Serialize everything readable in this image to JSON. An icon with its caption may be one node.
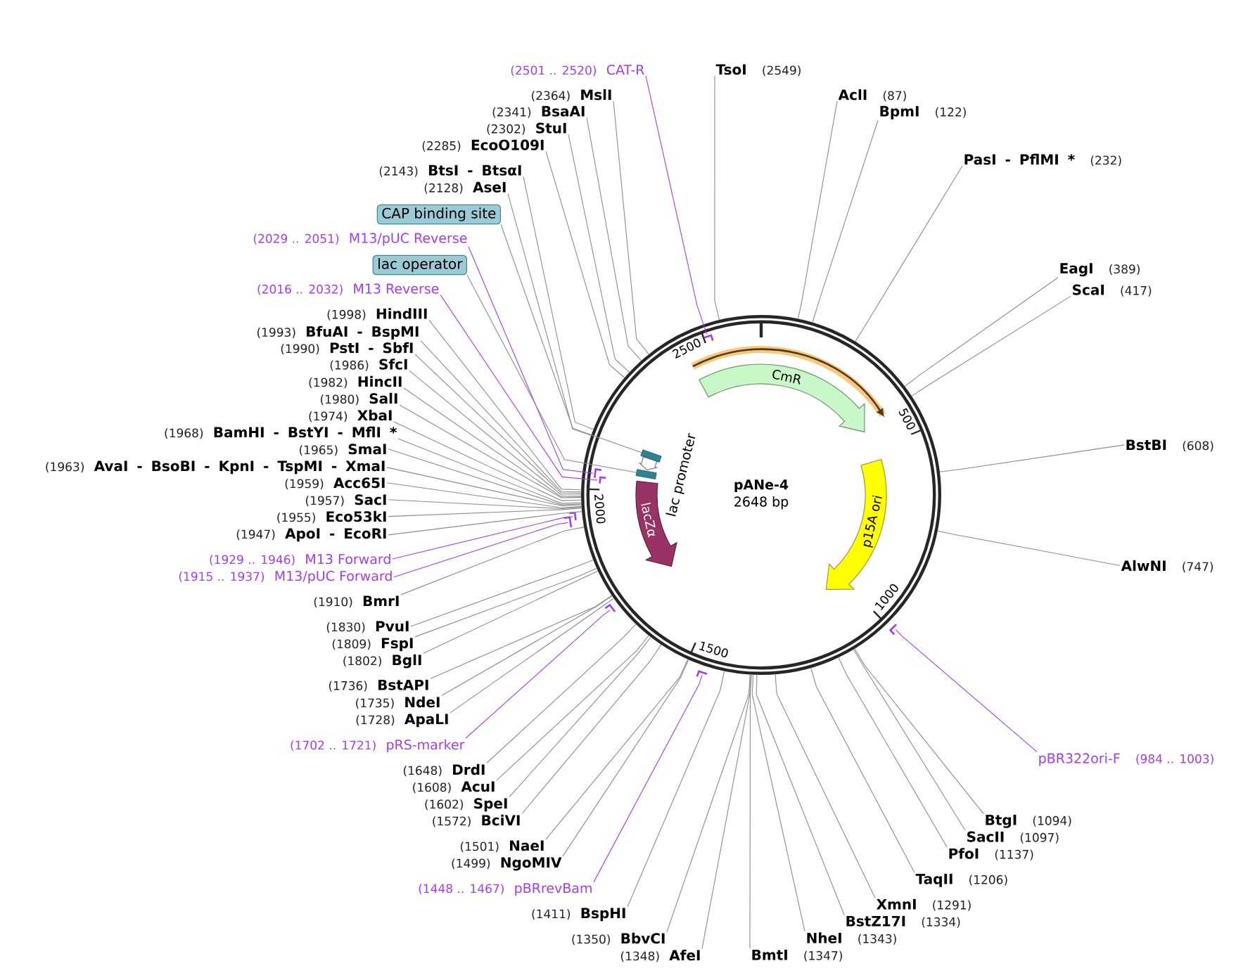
{
  "diagram": {
    "nodes": [
      {
        "text": [
          "pANe-4",
          "2648 bp"
        ]
      },
      {
        "text": [
          "CmR"
        ],
        "in": 0
      },
      {
        "text": [
          "p15A ori"
        ],
        "in": 0
      },
      {
        "text": [
          "lacZα"
        ],
        "in": 0
      },
      {
        "text": [
          "lac promoter"
        ],
        "in": 0
      },
      {
        "text": [],
        "shape": "bar",
        "in": 0
      },
      {
        "text": [],
        "shape": "bar",
        "in": 0
      },
      {
        "text": [
          "TsoI"
        ],
        "beside": [
          "(2549)"
        ]
      },
      {
        "text": [
          "AclI"
        ],
        "beside": [
          "(87)"
        ]
      },
      {
        "text": [
          "BpmI"
        ],
        "beside": [
          "(122)"
        ]
      },
      {
        "text": [
          "PasI - PflMI *"
        ],
        "beside": [
          "(232)"
        ]
      },
      {
        "text": [
          "EagI"
        ],
        "beside": [
          "(389)"
        ]
      },
      {
        "text": [
          "ScaI"
        ],
        "beside": [
          "(417)"
        ]
      },
      {
        "text": [
          "BstBI"
        ],
        "beside": [
          "(608)"
        ]
      },
      {
        "text": [
          "AlwNI"
        ],
        "beside": [
          "(747)"
        ]
      },
      {
        "text": [
          "pBR322ori-F"
        ],
        "beside": [
          "(984 .. 1003)"
        ]
      },
      {
        "text": [
          "BtgI"
        ],
        "beside": [
          "(1094)"
        ]
      },
      {
        "text": [
          "SacII"
        ],
        "beside": [
          "(1097)"
        ]
      },
      {
        "text": [
          "PfoI"
        ],
        "beside": [
          "(1137)"
        ]
      },
      {
        "text": [
          "TaqII"
        ],
        "beside": [
          "(1206)"
        ]
      },
      {
        "text": [
          "XmnI"
        ],
        "beside": [
          "(1291)"
        ]
      },
      {
        "text": [
          "BstZ17I"
        ],
        "beside": [
          "(1334)"
        ]
      },
      {
        "text": [
          "NheI"
        ],
        "beside": [
          "(1343)"
        ]
      },
      {
        "text": [
          "BmtI"
        ],
        "beside": [
          "(1347)"
        ]
      },
      {
        "text": [
          "CAT-R"
        ],
        "beside": [
          "(2501 .. 2520)"
        ]
      },
      {
        "text": [
          "MslI"
        ],
        "beside": [
          "(2364)"
        ]
      },
      {
        "text": [
          "BsaAI"
        ],
        "beside": [
          "(2341)"
        ]
      },
      {
        "text": [
          "StuI"
        ],
        "beside": [
          "(2302)"
        ]
      },
      {
        "text": [
          "EcoO109I"
        ],
        "beside": [
          "(2285)"
        ]
      },
      {
        "text": [
          "BtsI - BtsαI"
        ],
        "beside": [
          "(2143)"
        ]
      },
      {
        "text": [
          "AseI"
        ],
        "beside": [
          "(2128)"
        ]
      },
      {
        "text": [
          "CAP binding site"
        ]
      },
      {
        "text": [
          "M13/pUC Reverse"
        ],
        "beside": [
          "(2029 .. 2051)"
        ]
      },
      {
        "text": [
          "lac operator"
        ]
      },
      {
        "text": [
          "M13 Reverse"
        ],
        "beside": [
          "(2016 .. 2032)"
        ]
      },
      {
        "text": [
          "HindIII"
        ],
        "beside": [
          "(1998)"
        ]
      },
      {
        "text": [
          "BfuAI - BspMI"
        ],
        "beside": [
          "(1993)"
        ]
      },
      {
        "text": [
          "PstI - SbfI"
        ],
        "beside": [
          "(1990)"
        ]
      },
      {
        "text": [
          "SfcI"
        ],
        "beside": [
          "(1986)"
        ]
      },
      {
        "text": [
          "HincII"
        ],
        "beside": [
          "(1982)"
        ]
      },
      {
        "text": [
          "SalI"
        ],
        "beside": [
          "(1980)"
        ]
      },
      {
        "text": [
          "XbaI"
        ],
        "beside": [
          "(1974)"
        ]
      },
      {
        "text": [
          "BamHI - BstYI - MflI *"
        ],
        "beside": [
          "(1968)"
        ]
      },
      {
        "text": [
          "SmaI"
        ],
        "beside": [
          "(1965)"
        ]
      },
      {
        "text": [
          "AvaI - BsoBI - KpnI - TspMI - XmaI"
        ],
        "beside": [
          "(1963)"
        ]
      },
      {
        "text": [
          "Acc65I"
        ],
        "beside": [
          "(1959)"
        ]
      },
      {
        "text": [
          "SacI"
        ],
        "beside": [
          "(1957)"
        ]
      },
      {
        "text": [
          "Eco53kI"
        ],
        "beside": [
          "(1955)"
        ]
      },
      {
        "text": [
          "ApoI - EcoRI"
        ],
        "beside": [
          "(1947)"
        ]
      },
      {
        "text": [
          "M13 Forward"
        ],
        "beside": [
          "(1929 .. 1946)"
        ]
      },
      {
        "text": [
          "M13/pUC Forward"
        ],
        "beside": [
          "(1915 .. 1937)"
        ]
      },
      {
        "text": [
          "BmrI"
        ],
        "beside": [
          "(1910)"
        ]
      },
      {
        "text": [
          "PvuI"
        ],
        "beside": [
          "(1830)"
        ]
      },
      {
        "text": [
          "FspI"
        ],
        "beside": [
          "(1809)"
        ]
      },
      {
        "text": [
          "BglI"
        ],
        "beside": [
          "(1802)"
        ]
      },
      {
        "text": [
          "BstAPI"
        ],
        "beside": [
          "(1736)"
        ]
      },
      {
        "text": [
          "NdeI"
        ],
        "beside": [
          "(1735)"
        ]
      },
      {
        "text": [
          "ApaLI"
        ],
        "beside": [
          "(1728)"
        ]
      },
      {
        "text": [
          "pRS-marker"
        ],
        "beside": [
          "(1702 .. 1721)"
        ]
      },
      {
        "text": [
          "DrdI"
        ],
        "beside": [
          "(1648)"
        ]
      },
      {
        "text": [
          "AcuI"
        ],
        "beside": [
          "(1608)"
        ]
      },
      {
        "text": [
          "SpeI"
        ],
        "beside": [
          "(1602)"
        ]
      },
      {
        "text": [
          "BciVI"
        ],
        "beside": [
          "(1572)"
        ]
      },
      {
        "text": [
          "NaeI"
        ],
        "beside": [
          "(1501)"
        ]
      },
      {
        "text": [
          "NgoMIV"
        ],
        "beside": [
          "(1499)"
        ]
      },
      {
        "text": [
          "pBRrevBam"
        ],
        "beside": [
          "(1448 .. 1467)"
        ]
      },
      {
        "text": [
          "BspHI"
        ],
        "beside": [
          "(1411)"
        ]
      },
      {
        "text": [
          "BbvCI"
        ],
        "beside": [
          "(1350)"
        ]
      },
      {
        "text": [
          "AfeI"
        ],
        "beside": [
          "(1348)"
        ]
      },
      {
        "text": [],
        "shape": "bar",
        "in": 0
      },
      {
        "text": [],
        "shape": "bar",
        "in": 0
      },
      {
        "text": [],
        "shape": "bar",
        "in": 0
      },
      {
        "text": [],
        "shape": "bar"
      },
      {
        "text": [],
        "shape": "bar"
      },
      {
        "text": [],
        "shape": "bar"
      },
      {
        "text": [],
        "shape": "bar"
      },
      {
        "text": [],
        "shape": "bar"
      }
    ],
    "edges": [
      {
        "from": 7,
        "to": 0,
        "arrow": "none"
      },
      {
        "from": 8,
        "to": 0,
        "arrow": "none"
      },
      {
        "from": 9,
        "to": 0,
        "arrow": "none"
      },
      {
        "from": 10,
        "to": 0,
        "arrow": "none"
      },
      {
        "from": 11,
        "to": 0,
        "arrow": "none"
      },
      {
        "from": 12,
        "to": 0,
        "arrow": "none"
      },
      {
        "from": 13,
        "to": 0,
        "arrow": "none"
      },
      {
        "from": 14,
        "to": 0,
        "arrow": "none"
      },
      {
        "from": 15,
        "to": 75,
        "arrow": "none",
        "color": "#a33df0"
      },
      {
        "from": 16,
        "to": 0,
        "arrow": "none"
      },
      {
        "from": 17,
        "to": 0,
        "arrow": "none"
      },
      {
        "from": 18,
        "to": 0,
        "arrow": "none"
      },
      {
        "from": 19,
        "to": 0,
        "arrow": "none"
      },
      {
        "from": 20,
        "to": 0,
        "arrow": "none"
      },
      {
        "from": 21,
        "to": 0,
        "arrow": "none"
      },
      {
        "from": 22,
        "to": 0,
        "arrow": "none"
      },
      {
        "from": 23,
        "to": 0,
        "arrow": "none"
      },
      {
        "from": 24,
        "to": 69,
        "arrow": "none",
        "color": "#a33df0"
      },
      {
        "from": 25,
        "to": 0,
        "arrow": "none"
      },
      {
        "from": 26,
        "to": 0,
        "arrow": "none"
      },
      {
        "from": 27,
        "to": 0,
        "arrow": "none"
      },
      {
        "from": 28,
        "to": 0,
        "arrow": "none"
      },
      {
        "from": 29,
        "to": 0,
        "arrow": "none"
      },
      {
        "from": 30,
        "to": 0,
        "arrow": "none"
      },
      {
        "from": 31,
        "to": 5,
        "arrow": "none"
      },
      {
        "from": 32,
        "to": 70,
        "arrow": "none",
        "color": "#a33df0"
      },
      {
        "from": 33,
        "to": 6,
        "arrow": "none"
      },
      {
        "from": 34,
        "to": 71,
        "arrow": "none",
        "color": "#a33df0"
      },
      {
        "from": 35,
        "to": 0,
        "arrow": "none"
      },
      {
        "from": 36,
        "to": 0,
        "arrow": "none"
      },
      {
        "from": 37,
        "to": 0,
        "arrow": "none"
      },
      {
        "from": 38,
        "to": 0,
        "arrow": "none"
      },
      {
        "from": 39,
        "to": 0,
        "arrow": "none"
      },
      {
        "from": 40,
        "to": 0,
        "arrow": "none"
      },
      {
        "from": 41,
        "to": 0,
        "arrow": "none"
      },
      {
        "from": 42,
        "to": 0,
        "arrow": "none"
      },
      {
        "from": 43,
        "to": 0,
        "arrow": "none"
      },
      {
        "from": 44,
        "to": 0,
        "arrow": "none"
      },
      {
        "from": 45,
        "to": 0,
        "arrow": "none"
      },
      {
        "from": 46,
        "to": 0,
        "arrow": "none"
      },
      {
        "from": 47,
        "to": 0,
        "arrow": "none"
      },
      {
        "from": 48,
        "to": 0,
        "arrow": "none"
      },
      {
        "from": 49,
        "to": 72,
        "arrow": "none",
        "color": "#a33df0"
      },
      {
        "from": 50,
        "to": 73,
        "arrow": "none",
        "color": "#a33df0"
      },
      {
        "from": 51,
        "to": 0,
        "arrow": "none"
      },
      {
        "from": 52,
        "to": 0,
        "arrow": "none"
      },
      {
        "from": 53,
        "to": 0,
        "arrow": "none"
      },
      {
        "from": 54,
        "to": 0,
        "arrow": "none"
      },
      {
        "from": 55,
        "to": 0,
        "arrow": "none"
      },
      {
        "from": 56,
        "to": 0,
        "arrow": "none"
      },
      {
        "from": 57,
        "to": 0,
        "arrow": "none"
      },
      {
        "from": 58,
        "to": 74,
        "arrow": "none",
        "color": "#a33df0"
      },
      {
        "from": 59,
        "to": 0,
        "arrow": "none"
      },
      {
        "from": 60,
        "to": 0,
        "arrow": "none"
      },
      {
        "from": 61,
        "to": 0,
        "arrow": "none"
      },
      {
        "from": 62,
        "to": 0,
        "arrow": "none"
      },
      {
        "from": 63,
        "to": 0,
        "arrow": "none"
      },
      {
        "from": 64,
        "to": 0,
        "arrow": "none"
      },
      {
        "from": 65,
        "to": 76,
        "arrow": "none",
        "color": "#a33df0"
      },
      {
        "from": 66,
        "to": 0,
        "arrow": "none"
      },
      {
        "from": 67,
        "to": 0,
        "arrow": "none"
      },
      {
        "from": 68,
        "to": 0,
        "arrow": "none"
      }
    ],
    "labels": [
      "500",
      "1000",
      "1500",
      "2000",
      "2500"
    ]
  }
}
